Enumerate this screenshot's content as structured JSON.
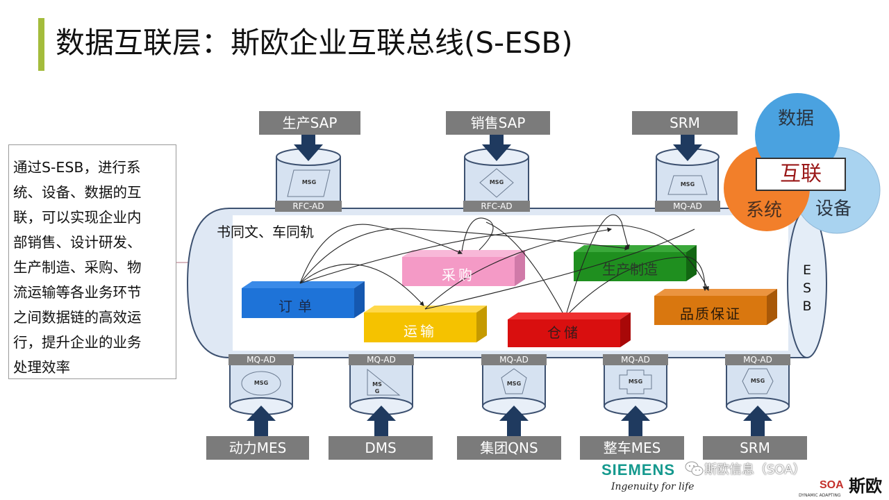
{
  "title": "数据互联层：斯欧企业互联总线(S-ESB)",
  "description_lines": [
    "通过S-ESB，进行系",
    "统、设备、数据的互",
    "联，可以实现企业内",
    "部销售、设计研发、",
    "生产制造、采购、物",
    "流运输等各业务环节",
    "之间数据链的高效运",
    "行，提升企业的业务",
    "处理效率"
  ],
  "top_systems": [
    {
      "label": "生产SAP",
      "adapter": "RFC-AD",
      "msg": "MSG",
      "shape": "parallelogram"
    },
    {
      "label": "销售SAP",
      "adapter": "RFC-AD",
      "msg": "MSG",
      "shape": "diamond"
    },
    {
      "label": "SRM",
      "adapter": "MQ-AD",
      "msg": "MSG",
      "shape": "trapezoid"
    }
  ],
  "bottom_systems": [
    {
      "label": "动力MES",
      "adapter": "MQ-AD",
      "msg": "MSG",
      "shape": "ellipse"
    },
    {
      "label": "DMS",
      "adapter": "MQ-AD",
      "msg": "MS G",
      "shape": "triangle"
    },
    {
      "label": "集团QNS",
      "adapter": "MQ-AD",
      "msg": "MSG",
      "shape": "pentagon"
    },
    {
      "label": "整车MES",
      "adapter": "MQ-AD",
      "msg": "MSG",
      "shape": "cross"
    },
    {
      "label": "SRM",
      "adapter": "MQ-AD",
      "msg": "MSG",
      "shape": "hexagon"
    }
  ],
  "bus": {
    "slogan": "书同文、车同轨",
    "end_label": "ESB"
  },
  "business_blocks": [
    {
      "label": "订单",
      "color": "#1e73d8",
      "text_color": "#1a2a4a"
    },
    {
      "label": "采购",
      "color": "#f49ac6",
      "text_color": "#ffffff"
    },
    {
      "label": "生产制造",
      "color": "#1f8f1f",
      "text_color": "#2a3a2a"
    },
    {
      "label": "运输",
      "color": "#f5c200",
      "text_color": "#ffffff"
    },
    {
      "label": "仓储",
      "color": "#d90f0f",
      "text_color": "#3a1a1a"
    },
    {
      "label": "品质保证",
      "color": "#d9770f",
      "text_color": "#2a1a0a"
    }
  ],
  "venn": {
    "circles": [
      {
        "label": "数据",
        "color": "#4aa2e0"
      },
      {
        "label": "系统",
        "color": "#f27f2a"
      },
      {
        "label": "设备",
        "color": "#a9d3f0"
      }
    ],
    "center_label": "互联"
  },
  "footer": {
    "siemens": "SIEMENS",
    "siemens_tagline": "Ingenuity for life",
    "watermark": "斯欧信息（SOA）",
    "soa_logo": "SOA",
    "soa_cn": "斯欧",
    "soa_sub": "DYNAMIC ADAPTING"
  },
  "colors": {
    "accent": "#a4bc3c",
    "label_gray": "#7b7b7b",
    "arrow_navy": "#1f3a5f",
    "cylinder_fill": "#d6e2f1",
    "bus_fill": "#dfe8f4"
  }
}
